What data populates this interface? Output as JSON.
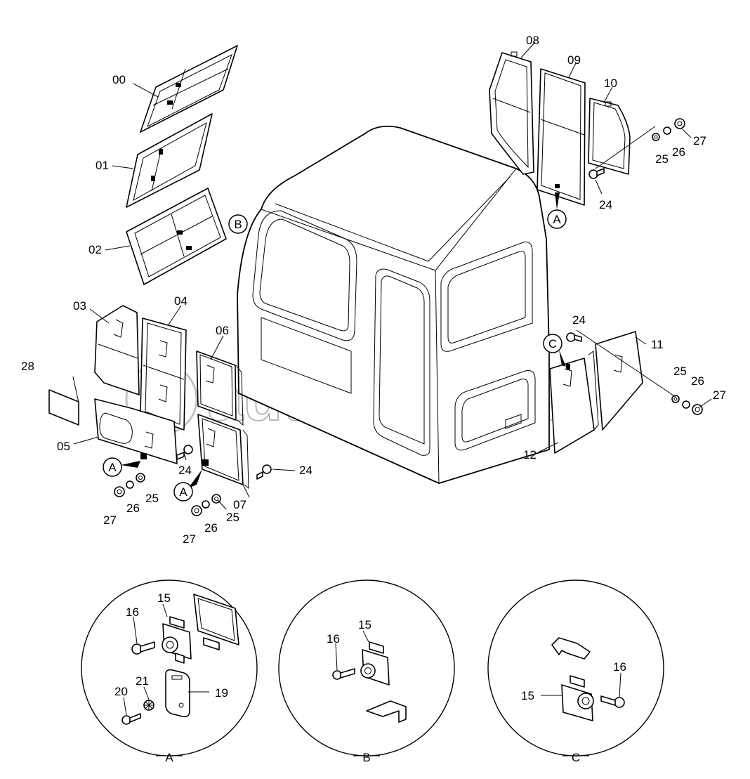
{
  "watermark": "autopiter.ru",
  "part_labels": {
    "p00": "00",
    "p01": "01",
    "p02": "02",
    "p03": "03",
    "p04": "04",
    "p05": "05",
    "p06": "06",
    "p07": "07",
    "p08": "08",
    "p09": "09",
    "p10": "10",
    "p11": "11",
    "p12": "12",
    "p15": "15",
    "p16": "16",
    "p19": "19",
    "p20": "20",
    "p21": "21",
    "p24": "24",
    "p25": "25",
    "p26": "26",
    "p27": "27",
    "p28": "28"
  },
  "callouts": {
    "a": "A",
    "b": "B",
    "c": "C"
  },
  "details": {
    "a": "A",
    "b": "B",
    "c": "C"
  }
}
